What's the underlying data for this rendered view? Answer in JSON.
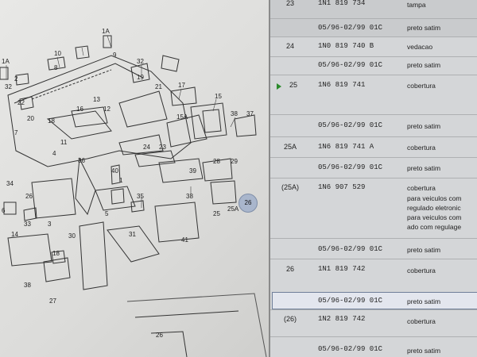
{
  "diagram": {
    "callouts": [
      "1A",
      "1A",
      "10",
      "8",
      "9",
      "32",
      "19",
      "21",
      "17",
      "2",
      "32",
      "22",
      "13",
      "16",
      "12",
      "20",
      "18",
      "15A",
      "15",
      "38",
      "37",
      "7",
      "11",
      "24",
      "23",
      "4",
      "36",
      "28",
      "29",
      "39",
      "40",
      "1",
      "34",
      "38",
      "35",
      "26",
      "6",
      "33",
      "3",
      "5",
      "25",
      "25A",
      "30",
      "31",
      "41",
      "14",
      "18",
      "38",
      "27",
      "26"
    ],
    "highlight_label": "26"
  },
  "parts": {
    "rows": [
      {
        "ref": "23",
        "part": "1N1 819 734",
        "desc": [
          "tampa"
        ]
      },
      {
        "ref": "",
        "part": "05/96-02/99 01C",
        "desc": [
          "preto satim"
        ]
      },
      {
        "ref": "24",
        "part": "1N0 819 740 B",
        "desc": [
          "vedacao"
        ]
      },
      {
        "ref": "",
        "part": "05/96-02/99 01C",
        "desc": [
          "preto satim"
        ]
      },
      {
        "ref": "25",
        "part": "1N6 819 741",
        "desc": [
          "cobertura"
        ]
      },
      {
        "ref": "",
        "part": "05/96-02/99 01C",
        "desc": [
          "preto satim"
        ]
      },
      {
        "ref": "25A",
        "part": "1N6 819 741 A",
        "desc": [
          "cobertura"
        ]
      },
      {
        "ref": "",
        "part": "05/96-02/99 01C",
        "desc": [
          "preto satim"
        ]
      },
      {
        "ref": "(25A)",
        "part": "1N6 907 529",
        "desc": [
          "cobertura",
          "para veiculos com",
          "regulado eletronic",
          "para veiculos com",
          "ado com regulage"
        ]
      },
      {
        "ref": "",
        "part": "05/96-02/99 01C",
        "desc": [
          "preto satim"
        ]
      },
      {
        "ref": "26",
        "part": "1N1 819 742",
        "desc": [
          "cobertura"
        ]
      },
      {
        "ref": "",
        "part": "05/96-02/99 01C",
        "desc": [
          "preto satim"
        ]
      },
      {
        "ref": "(26)",
        "part": "1N2 819 742",
        "desc": [
          "cobertura"
        ]
      },
      {
        "ref": "",
        "part": "05/96-02/99 01C",
        "desc": [
          "preto satim"
        ]
      }
    ]
  }
}
